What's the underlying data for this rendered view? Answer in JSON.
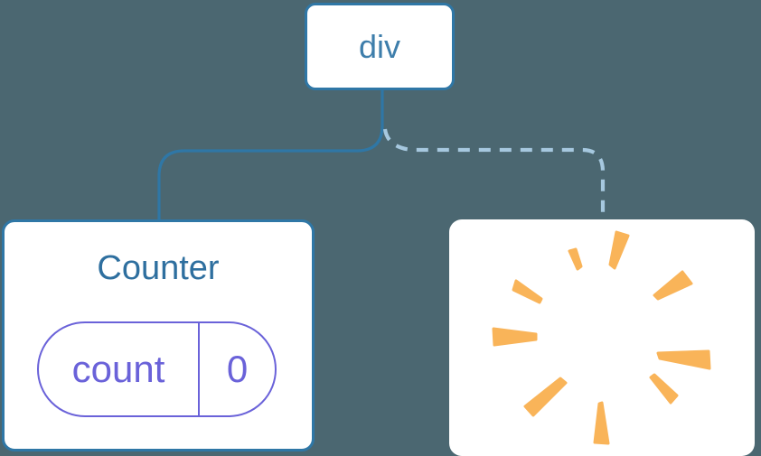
{
  "tree": {
    "root": {
      "label": "div"
    },
    "counter": {
      "title": "Counter",
      "state": {
        "key": "count",
        "value": "0"
      }
    },
    "removed": {
      "icon": "poof-burst"
    }
  },
  "edges": [
    {
      "from": "div",
      "to": "Counter",
      "style": "solid"
    },
    {
      "from": "div",
      "to": "removed-child",
      "style": "dashed"
    }
  ],
  "colors": {
    "background": "#4b6771",
    "card_background": "#ffffff",
    "node_border": "#2f77a6",
    "root_label": "#3e7eab",
    "counter_title": "#2e6f9f",
    "solid_edge": "#2f77a6",
    "dashed_edge": "#a6c8df",
    "state_pill": "#6a62d9",
    "poof": "#f9b459"
  }
}
